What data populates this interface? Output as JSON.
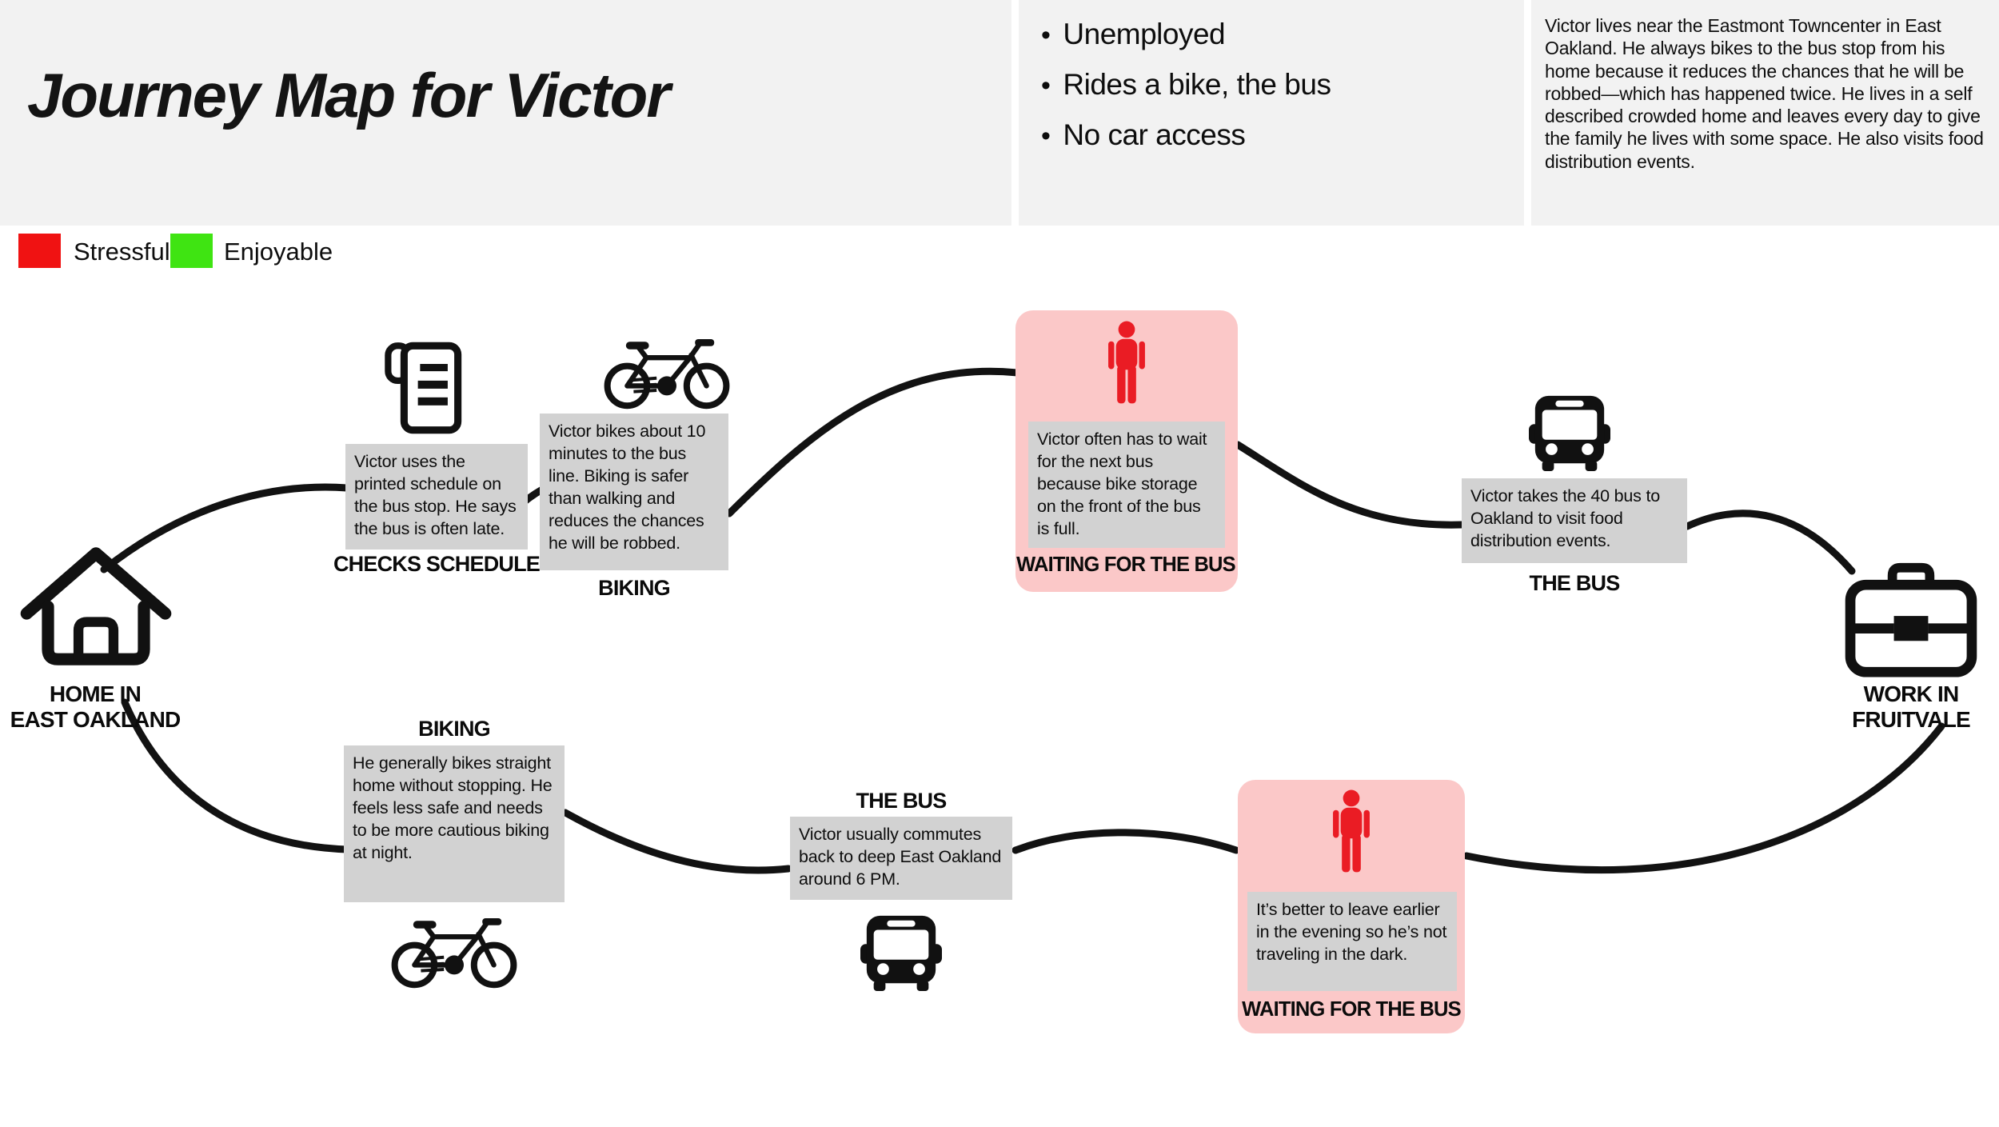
{
  "header": {
    "title": "Journey Map for Victor",
    "bullets": [
      "Unemployed",
      "Rides a bike, the bus",
      "No car access"
    ],
    "bio": "Victor lives near the Eastmont Towncenter in East Oakland. He always bikes to the bus stop from his home because it reduces the chances that he will be robbed—which has happened twice. He lives in a self described crowded home and leaves every day to give the family he lives with some space. He also visits food distribution events."
  },
  "legend": {
    "stressful_label": "Stressful",
    "stressful_color": "#f01212",
    "enjoyable_label": "Enjoyable",
    "enjoyable_color": "#3fe412"
  },
  "stations": {
    "home": {
      "label": "HOME IN\nEAST OAKLAND",
      "icon": "house-icon"
    },
    "checks_schedule": {
      "label": "CHECKS SCHEDULE",
      "icon": "schedule-icon",
      "note": "Victor uses the printed schedule on the bus stop. He says the bus is often late."
    },
    "biking_morning": {
      "label": "BIKING",
      "icon": "bike-icon",
      "note": "Victor bikes about 10 minutes to the bus line. Biking is safer than walking and reduces the chances he will be robbed."
    },
    "waiting_morning": {
      "label": "WAITING FOR THE BUS",
      "icon": "person-icon",
      "mood": "stressful",
      "note": "Victor often has to wait for the next bus because bike storage on the front of the bus is full."
    },
    "bus_morning": {
      "label": "THE BUS",
      "icon": "bus-icon",
      "note": "Victor takes the 40 bus to Oakland to visit food distribution events."
    },
    "work": {
      "label": "WORK IN\nFRUITVALE",
      "icon": "briefcase-icon"
    },
    "biking_evening": {
      "label": "BIKING",
      "icon": "bike-icon",
      "note": "He generally bikes straight home without stopping. He feels less safe and needs to be more cautious biking at night."
    },
    "bus_evening": {
      "label": "THE BUS",
      "icon": "bus-icon",
      "note": "Victor usually commutes back to deep East Oakland around 6 PM."
    },
    "waiting_evening": {
      "label": "WAITING FOR THE BUS",
      "icon": "person-icon",
      "mood": "stressful",
      "note": "It’s better to leave earlier in the evening so he’s not traveling in the dark."
    }
  },
  "colors": {
    "header_bg": "#f2f2f2",
    "note_bg": "#d2d2d2",
    "stressful_panel_bg": "#fbc8c8",
    "person_red": "#ea1c24",
    "path_black": "#121212"
  }
}
